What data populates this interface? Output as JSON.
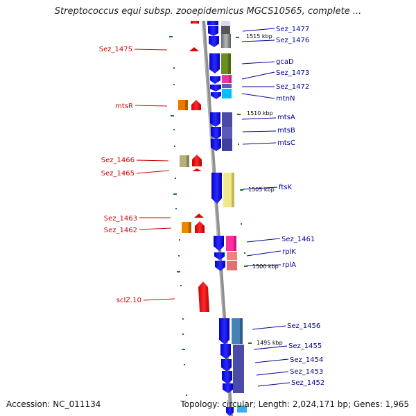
{
  "title": "Streptococcus equi subsp. zooepidemicus MGCS10565, complete ...",
  "accession": "Accession: NC_011134",
  "summary": "Topology: circular; Length: 2,024,171 bp; Genes: 1,965",
  "colors": {
    "backbone": "#8f8f8f",
    "minus_strand": "#e60000",
    "plus_strand": "#1414e6",
    "red_label": "#cc0000",
    "blue_label": "#000099",
    "tick": "#1a7a1a"
  },
  "kbp_markers": [
    "1515 kbp",
    "1510 kbp",
    "1505 kbp",
    "1500 kbp",
    "1495 kbp"
  ],
  "left_genes": [
    "Sez_1475",
    "mtsR",
    "Sez_1466",
    "Sez_1465",
    "Sez_1463",
    "Sez_1462",
    "sclZ.10"
  ],
  "right_genes": [
    "Sez_1477",
    "Sez_1476",
    "gcaD",
    "Sez_1473",
    "Sez_1472",
    "mtnN",
    "mtsA",
    "mtsB",
    "mtsC",
    "ftsK",
    "Sez_1461",
    "rplK",
    "rplA",
    "Sez_1456",
    "Sez_1455",
    "Sez_1454",
    "Sez_1453",
    "Sez_1452"
  ]
}
